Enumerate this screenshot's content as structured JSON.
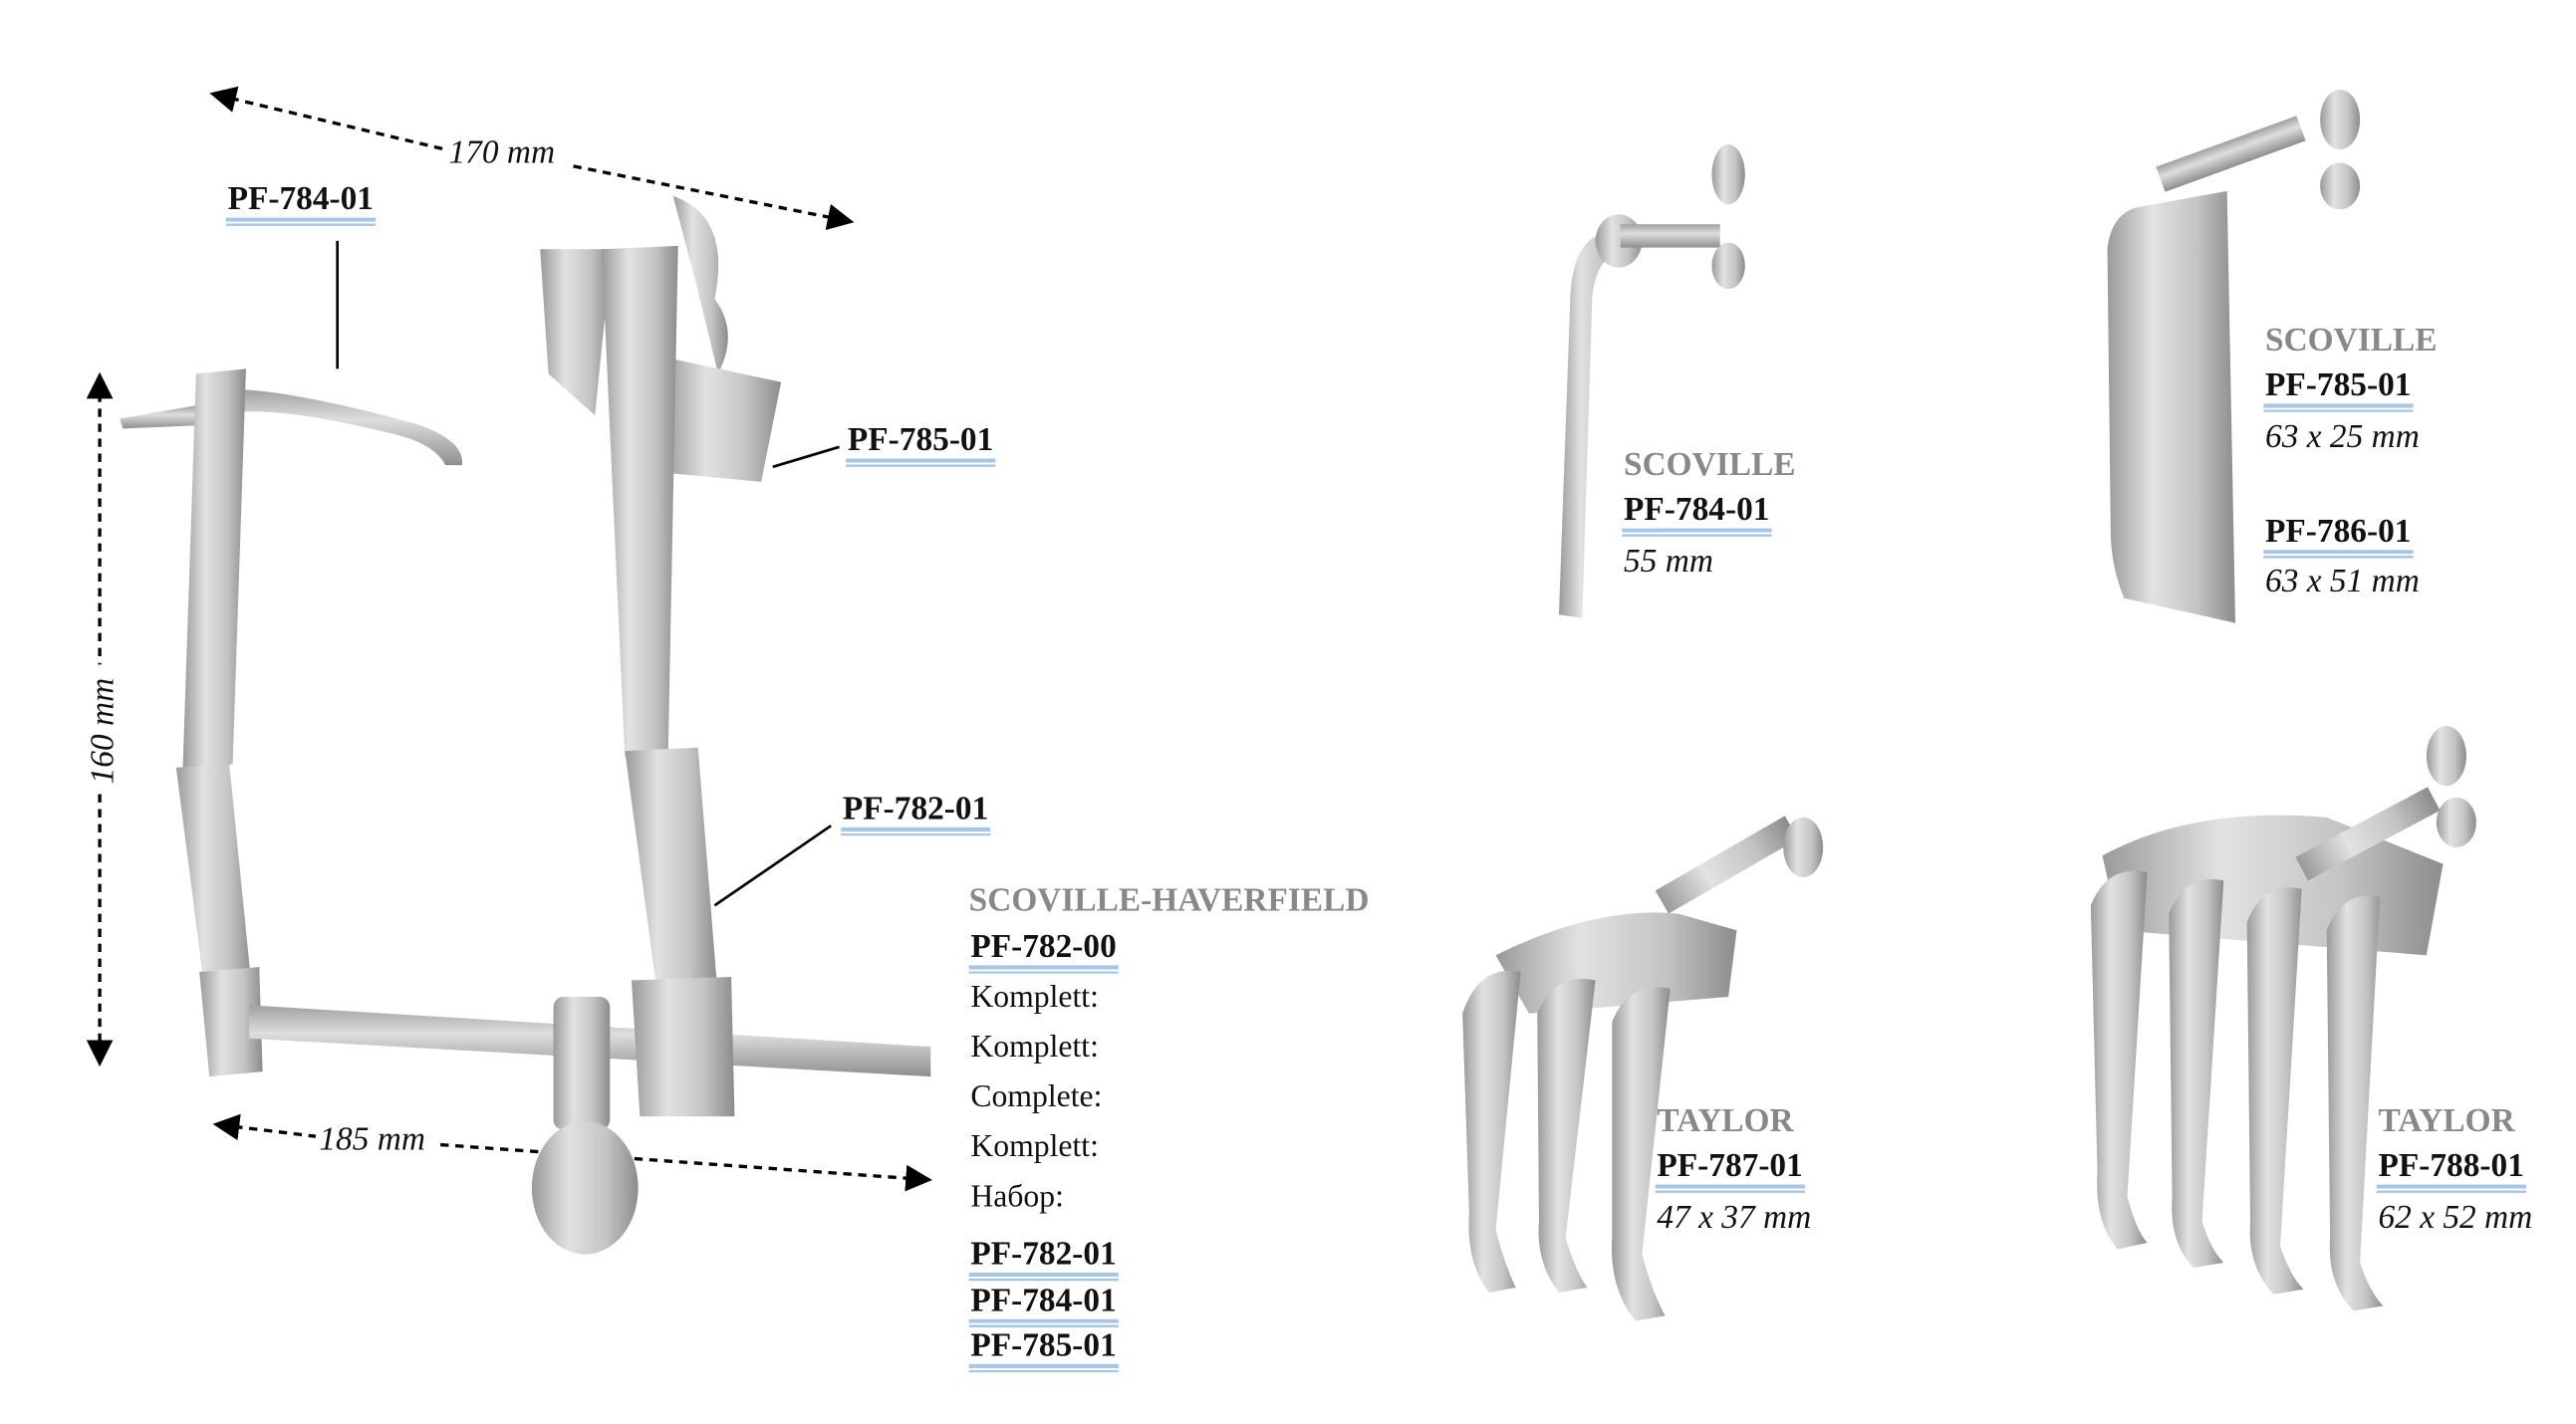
{
  "main_set": {
    "dimensions": {
      "width_top": "170 mm",
      "height": "160 mm",
      "width_bottom": "185 mm"
    },
    "callouts": {
      "blade_left": "PF-784-01",
      "blade_right": "PF-785-01",
      "frame": "PF-782-01"
    },
    "category": "SCOVILLE-HAVERFIELD",
    "set_code": "PF-782-00",
    "set_labels": [
      "Komplett:",
      "Komplett:",
      "Complete:",
      "Komplett:",
      "Набор:"
    ],
    "set_contents": [
      "PF-782-01",
      "PF-784-01",
      "PF-785-01"
    ]
  },
  "blades": [
    {
      "category": "SCOVILLE",
      "code": "PF-784-01",
      "size": "55 mm"
    },
    {
      "category": "SCOVILLE",
      "code": "PF-785-01",
      "size": "63 x 25 mm",
      "code2": "PF-786-01",
      "size2": "63 x 51 mm"
    },
    {
      "category": "TAYLOR",
      "code": "PF-787-01",
      "size": "47 x 37 mm"
    },
    {
      "category": "TAYLOR",
      "code": "PF-788-01",
      "size": "62 x 52 mm"
    }
  ],
  "colors": {
    "category_gray": "#87888b",
    "underline_blue": "#a6c6e8",
    "steel": "#b8b8b8"
  }
}
